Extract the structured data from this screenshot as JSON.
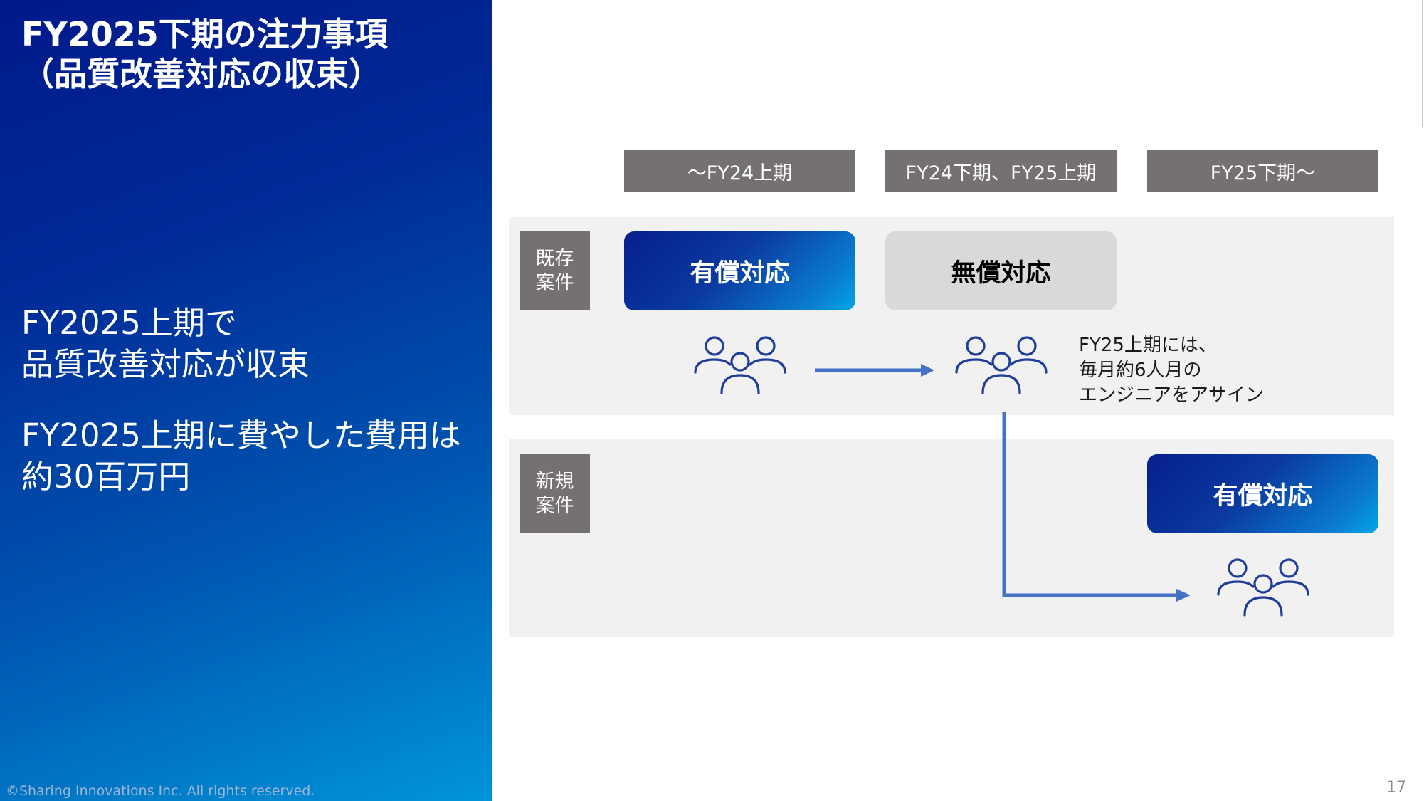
{
  "title": "FY2025下期の注力事項\n（品質改善対応の収束）",
  "summary": [
    "FY2025上期で\n品質改善対応が収束",
    "FY2025上期に費やした費用は\n約30百万円"
  ],
  "periods": [
    "～FY24上期",
    "FY24下期、FY25上期",
    "FY25下期～"
  ],
  "rows": {
    "existing_label": "既存案件",
    "new_label": "新規案件"
  },
  "boxes": {
    "existing_paid": "有償対応",
    "existing_free": "無償対応",
    "new_paid": "有償対応"
  },
  "note": "FY25上期には、\n毎月約6人月の\nエンジニアをアサイン",
  "footer": {
    "copyright": "©Sharing Innovations Inc. All rights reserved.",
    "page_number": "17"
  },
  "icons": {
    "people": "people-group-icon",
    "arrow": "arrow-right-icon"
  },
  "colors": {
    "panel_dark": "#00198a",
    "panel_light": "#0094d8",
    "header_gray": "#757171",
    "band_gray": "#f1f1f1",
    "free_box_gray": "#d9d9d9",
    "arrow_blue": "#4472c4",
    "icon_navy": "#1f3d99"
  }
}
